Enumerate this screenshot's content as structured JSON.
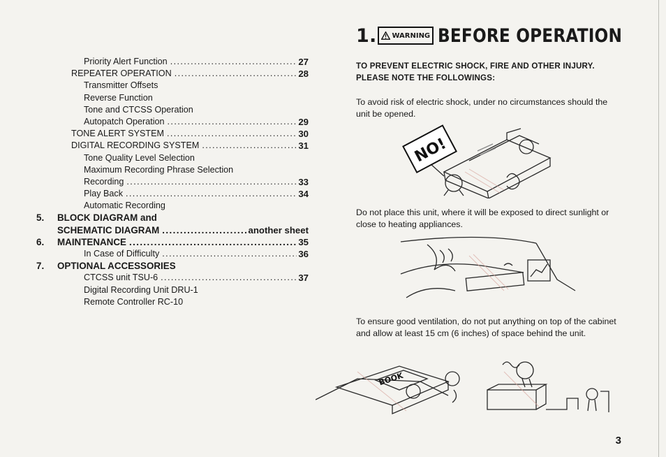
{
  "toc": {
    "rows": [
      {
        "type": "entry",
        "level": 0,
        "title": "Priority Alert Function",
        "page": "27"
      },
      {
        "type": "entry",
        "level": -1,
        "title": "REPEATER OPERATION",
        "page": "28"
      },
      {
        "type": "entry",
        "level": 0,
        "title": "Transmitter Offsets",
        "page": ""
      },
      {
        "type": "entry",
        "level": 0,
        "title": "Reverse Function",
        "page": ""
      },
      {
        "type": "entry",
        "level": 0,
        "title": "Tone and CTCSS Operation",
        "page": ""
      },
      {
        "type": "entry",
        "level": 0,
        "title": "Autopatch Operation",
        "page": "29"
      },
      {
        "type": "entry",
        "level": -1,
        "title": "TONE ALERT SYSTEM",
        "page": "30"
      },
      {
        "type": "entry",
        "level": -1,
        "title": "DIGITAL RECORDING SYSTEM",
        "page": "31"
      },
      {
        "type": "entry",
        "level": 0,
        "title": "Tone Quality Level Selection",
        "page": ""
      },
      {
        "type": "entry",
        "level": 0,
        "title": "Maximum Recording Phrase Selection",
        "page": ""
      },
      {
        "type": "entry",
        "level": 0,
        "title": "Recording",
        "page": "33"
      },
      {
        "type": "entry",
        "level": 0,
        "title": "Play Back",
        "page": "34"
      },
      {
        "type": "entry",
        "level": 0,
        "title": "Automatic Recording",
        "page": ""
      },
      {
        "type": "section",
        "num": "5.",
        "title": "BLOCK DIAGRAM and",
        "page": ""
      },
      {
        "type": "section",
        "num": "",
        "title": "SCHEMATIC DIAGRAM",
        "page": "another sheet"
      },
      {
        "type": "section",
        "num": "6.",
        "title": "MAINTENANCE",
        "page": "35"
      },
      {
        "type": "entry",
        "level": 0,
        "title": "In Case of Difficulty",
        "page": "36"
      },
      {
        "type": "section",
        "num": "7.",
        "title": "OPTIONAL ACCESSORIES",
        "page": ""
      },
      {
        "type": "entry",
        "level": 0,
        "title": "CTCSS unit TSU-6",
        "page": "37"
      },
      {
        "type": "entry",
        "level": 0,
        "title": "Digital Recording Unit DRU-1",
        "page": ""
      },
      {
        "type": "entry",
        "level": 0,
        "title": "Remote Controller RC-10",
        "page": ""
      }
    ]
  },
  "heading": {
    "number": "1.",
    "warning_label": "WARNING",
    "title": "BEFORE OPERATION"
  },
  "intro": "TO PREVENT ELECTRIC SHOCK, FIRE AND OTHER INJURY. PLEASE NOTE THE FOLLOWINGS:",
  "paragraphs": {
    "p1": "To avoid risk of electric shock, under no circumstances should the unit be opened.",
    "p2": "Do not place this unit, where it will be exposed to direct sunlight or close to heating appliances.",
    "p3": "To ensure good ventilation, do not put anything on top of the cabinet and allow at least 15 cm (6 inches) of space behind the unit."
  },
  "illustrations": {
    "sign_text": "NO!",
    "book_text": "BOOK"
  },
  "page_number": "3",
  "icons": [
    "warning-triangle-icon"
  ]
}
